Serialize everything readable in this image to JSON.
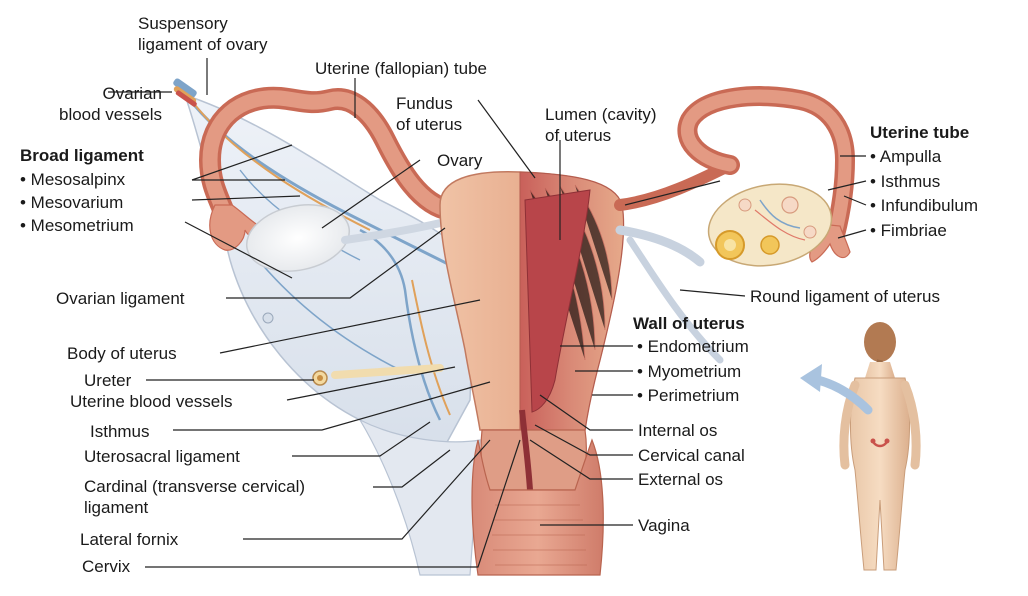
{
  "left_labels": {
    "suspensory": [
      "Suspensory",
      "ligament of ovary"
    ],
    "uterine_tube_top": "Uterine (fallopian) tube",
    "ovarian_vessels": [
      "Ovarian",
      "blood vessels"
    ],
    "broad_ligament": {
      "heading": "Broad ligament",
      "items": [
        "• Mesosalpinx",
        "• Mesovarium",
        "• Mesometrium"
      ]
    },
    "ovarian_ligament": "Ovarian ligament",
    "body_of_uterus": "Body of uterus",
    "ureter": "Ureter",
    "uterine_vessels": "Uterine blood vessels",
    "isthmus": "Isthmus",
    "uterosacral": "Uterosacral ligament",
    "cardinal": [
      "Cardinal (transverse cervical)",
      "ligament"
    ],
    "lateral_fornix": "Lateral fornix",
    "cervix": "Cervix"
  },
  "center_labels": {
    "fundus": [
      "Fundus",
      "of uterus"
    ],
    "lumen": [
      "Lumen (cavity)",
      "of uterus"
    ],
    "ovary": "Ovary"
  },
  "right_labels": {
    "uterine_tube": {
      "heading": "Uterine tube",
      "items": [
        "• Ampulla",
        "• Isthmus",
        "• Infundibulum",
        "• Fimbriae"
      ]
    },
    "round_ligament": "Round ligament of uterus",
    "wall_of_uterus": {
      "heading": "Wall of uterus",
      "items": [
        "• Endometrium",
        "• Myometrium",
        "• Perimetrium"
      ]
    },
    "internal_os": "Internal os",
    "cervical_canal": "Cervical canal",
    "external_os": "External os",
    "vagina": "Vagina"
  },
  "colors": {
    "uterus": "#e6a98a",
    "uterus_dark": "#c96a55",
    "cavity": "#b8454a",
    "tube": "#d9826f",
    "ligament": "#dfe6f0",
    "ovary": "#f3f3f3",
    "vessel_blue": "#7ea4c9",
    "vessel_orange": "#e0a15a",
    "leader": "#222222"
  }
}
